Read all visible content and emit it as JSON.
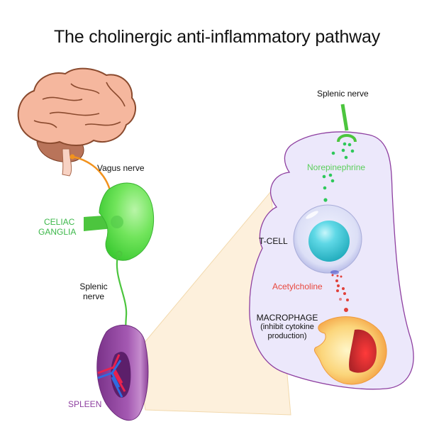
{
  "title": "The cholinergic anti-inflammatory pathway",
  "labels": {
    "vagus_nerve": "Vagus nerve",
    "celiac_ganglia_line1": "CELIAC",
    "celiac_ganglia_line2": "GANGLIA",
    "splenic_nerve_left_line1": "Splenic",
    "splenic_nerve_left_line2": "nerve",
    "spleen": "SPLEEN",
    "splenic_nerve_right": "Splenic nerve",
    "norepinephrine": "Norepinephrine",
    "t_cell": "T-CELL",
    "acetylcholine": "Acetylcholine",
    "macrophage": "MACROPHAGE",
    "macrophage_note_line1": "(inhibit cytokine",
    "macrophage_note_line2": "production)"
  },
  "colors": {
    "brain": "#f5b79e",
    "brain_outline": "#8a4a2e",
    "vagus_nerve": "#f2921d",
    "ganglion": "#6fe05a",
    "splenic_nerve": "#4cc53e",
    "spleen": "#9b4fa8",
    "zoom_cone": "#fdf0dc",
    "tissue_bg": "#ece8fb",
    "tissue_outline": "#8e3fa0",
    "t_cell_nucleus": "#3fc9d8",
    "macrophage": "#f7c25a",
    "macrophage_nucleus": "#d8322e",
    "norepinephrine_dots": "#2ec85a",
    "acetylcholine_dots": "#e0403a"
  }
}
